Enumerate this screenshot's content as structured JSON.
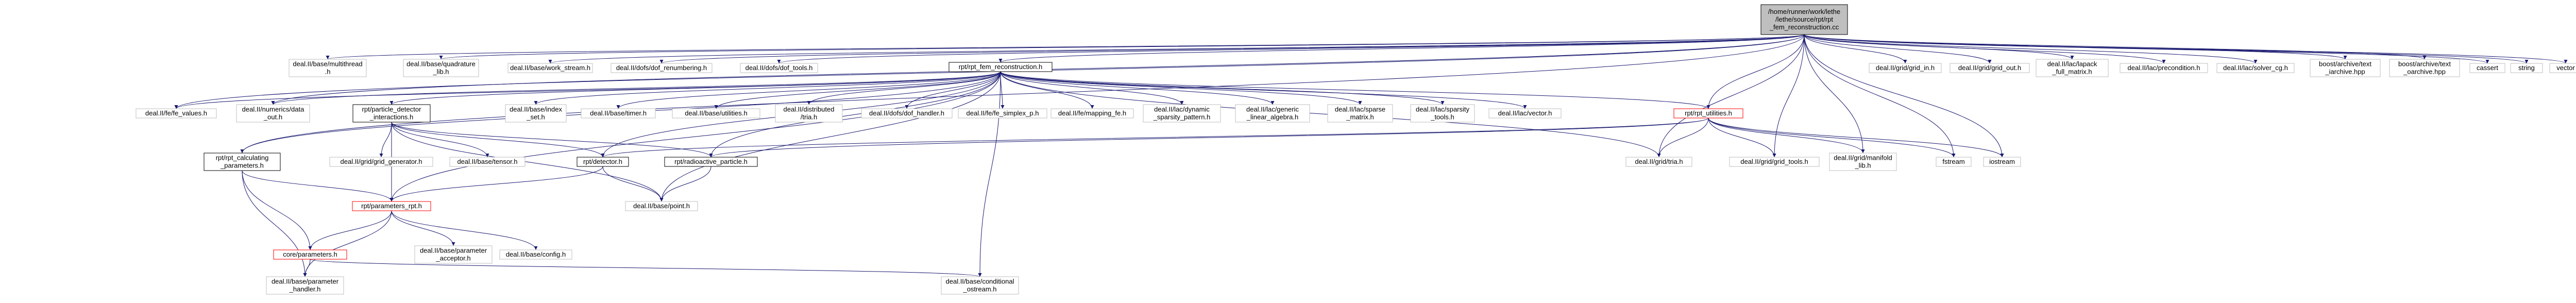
{
  "graph": {
    "root": "/home/runner/work/lethe/lethe/source/rpt/rpt_fem_reconstruction.cc",
    "nodes": [
      {
        "id": "root",
        "lines": [
          "/home/runner/work/lethe",
          "/lethe/source/rpt/rpt",
          "_fem_reconstruction.cc"
        ],
        "style": "main"
      },
      {
        "id": "recon_h",
        "lines": [
          "rpt/rpt_fem_reconstruction.h"
        ],
        "style": "doc"
      },
      {
        "id": "multithread",
        "lines": [
          "deal.II/base/multithread",
          ".h"
        ],
        "style": "sys"
      },
      {
        "id": "quadrature_lib",
        "lines": [
          "deal.II/base/quadrature",
          "_lib.h"
        ],
        "style": "sys"
      },
      {
        "id": "work_stream",
        "lines": [
          "deal.II/base/work_stream.h"
        ],
        "style": "sys"
      },
      {
        "id": "dof_renumbering",
        "lines": [
          "deal.II/dofs/dof_renumbering.h"
        ],
        "style": "sys"
      },
      {
        "id": "dof_tools",
        "lines": [
          "deal.II/dofs/dof_tools.h"
        ],
        "style": "sys"
      },
      {
        "id": "grid_in",
        "lines": [
          "deal.II/grid/grid_in.h"
        ],
        "style": "sys"
      },
      {
        "id": "grid_out",
        "lines": [
          "deal.II/grid/grid_out.h"
        ],
        "style": "sys"
      },
      {
        "id": "lapack",
        "lines": [
          "deal.II/lac/lapack",
          "_full_matrix.h"
        ],
        "style": "sys"
      },
      {
        "id": "precondition",
        "lines": [
          "deal.II/lac/precondition.h"
        ],
        "style": "sys"
      },
      {
        "id": "solver_cg",
        "lines": [
          "deal.II/lac/solver_cg.h"
        ],
        "style": "sys"
      },
      {
        "id": "text_iarchive",
        "lines": [
          "boost/archive/text",
          "_iarchive.hpp"
        ],
        "style": "sys"
      },
      {
        "id": "text_oarchive",
        "lines": [
          "boost/archive/text",
          "_oarchive.hpp"
        ],
        "style": "sys"
      },
      {
        "id": "cassert",
        "lines": [
          "cassert"
        ],
        "style": "sys"
      },
      {
        "id": "string",
        "lines": [
          "string"
        ],
        "style": "sys"
      },
      {
        "id": "vector",
        "lines": [
          "vector"
        ],
        "style": "sys"
      },
      {
        "id": "fe_values",
        "lines": [
          "deal.II/fe/fe_values.h"
        ],
        "style": "sys"
      },
      {
        "id": "numerics_data_out",
        "lines": [
          "deal.II/numerics/data",
          "_out.h"
        ],
        "style": "sys"
      },
      {
        "id": "pdi",
        "lines": [
          "rpt/particle_detector",
          "_interactions.h"
        ],
        "style": "doc"
      },
      {
        "id": "index_set",
        "lines": [
          "deal.II/base/index",
          "_set.h"
        ],
        "style": "sys"
      },
      {
        "id": "timer",
        "lines": [
          "deal.II/base/timer.h"
        ],
        "style": "sys"
      },
      {
        "id": "utilities",
        "lines": [
          "deal.II/base/utilities.h"
        ],
        "style": "sys"
      },
      {
        "id": "tria_dist",
        "lines": [
          "deal.II/distributed",
          "/tria.h"
        ],
        "style": "sys"
      },
      {
        "id": "dof_handler",
        "lines": [
          "deal.II/dofs/dof_handler.h"
        ],
        "style": "sys"
      },
      {
        "id": "fe_simplex_p",
        "lines": [
          "deal.II/fe/fe_simplex_p.h"
        ],
        "style": "sys"
      },
      {
        "id": "fe_mapping",
        "lines": [
          "deal.II/fe/mapping_fe.h"
        ],
        "style": "sys"
      },
      {
        "id": "dyn_sparsity",
        "lines": [
          "deal.II/lac/dynamic",
          "_sparsity_pattern.h"
        ],
        "style": "sys"
      },
      {
        "id": "generic_la",
        "lines": [
          "deal.II/lac/generic",
          "_linear_algebra.h"
        ],
        "style": "sys"
      },
      {
        "id": "sparse_matrix",
        "lines": [
          "deal.II/lac/sparse",
          "_matrix.h"
        ],
        "style": "sys"
      },
      {
        "id": "sparsity_tools",
        "lines": [
          "deal.II/lac/sparsity",
          "_tools.h"
        ],
        "style": "sys"
      },
      {
        "id": "lac_vector",
        "lines": [
          "deal.II/lac/vector.h"
        ],
        "style": "sys"
      },
      {
        "id": "rpt_utilities",
        "lines": [
          "rpt/rpt_utilities.h"
        ],
        "style": "red"
      },
      {
        "id": "rpt_calc_params",
        "lines": [
          "rpt/rpt_calculating",
          "_parameters.h"
        ],
        "style": "doc"
      },
      {
        "id": "grid_generator",
        "lines": [
          "deal.II/grid/grid_generator.h"
        ],
        "style": "sys"
      },
      {
        "id": "tensor",
        "lines": [
          "deal.II/base/tensor.h"
        ],
        "style": "sys"
      },
      {
        "id": "detector",
        "lines": [
          "rpt/detector.h"
        ],
        "style": "doc"
      },
      {
        "id": "radioactive",
        "lines": [
          "rpt/radioactive_particle.h"
        ],
        "style": "doc"
      },
      {
        "id": "grid_tria",
        "lines": [
          "deal.II/grid/tria.h"
        ],
        "style": "sys"
      },
      {
        "id": "grid_tools",
        "lines": [
          "deal.II/grid/grid_tools.h"
        ],
        "style": "sys"
      },
      {
        "id": "manifold_lib",
        "lines": [
          "deal.II/grid/manifold",
          "_lib.h"
        ],
        "style": "sys"
      },
      {
        "id": "fstream",
        "lines": [
          "fstream"
        ],
        "style": "sys"
      },
      {
        "id": "iostream",
        "lines": [
          "iostream"
        ],
        "style": "sys"
      },
      {
        "id": "point",
        "lines": [
          "deal.II/base/point.h"
        ],
        "style": "sys"
      },
      {
        "id": "param_rpt",
        "lines": [
          "rpt/parameters_rpt.h"
        ],
        "style": "red"
      },
      {
        "id": "core_params",
        "lines": [
          "core/parameters.h"
        ],
        "style": "red"
      },
      {
        "id": "param_acceptor",
        "lines": [
          "deal.II/base/parameter",
          "_acceptor.h"
        ],
        "style": "sys"
      },
      {
        "id": "base_config",
        "lines": [
          "deal.II/base/config.h"
        ],
        "style": "sys"
      },
      {
        "id": "param_handler",
        "lines": [
          "deal.II/base/parameter",
          "_handler.h"
        ],
        "style": "sys"
      },
      {
        "id": "cond_ostream",
        "lines": [
          "deal.II/base/conditional",
          "_ostream.h"
        ],
        "style": "sys"
      }
    ],
    "edges": [
      [
        "root",
        "recon_h"
      ],
      [
        "root",
        "multithread"
      ],
      [
        "root",
        "quadrature_lib"
      ],
      [
        "root",
        "work_stream"
      ],
      [
        "root",
        "dof_renumbering"
      ],
      [
        "root",
        "dof_tools"
      ],
      [
        "root",
        "grid_in"
      ],
      [
        "root",
        "grid_out"
      ],
      [
        "root",
        "lapack"
      ],
      [
        "root",
        "precondition"
      ],
      [
        "root",
        "solver_cg"
      ],
      [
        "root",
        "text_iarchive"
      ],
      [
        "root",
        "text_oarchive"
      ],
      [
        "root",
        "cassert"
      ],
      [
        "root",
        "string"
      ],
      [
        "root",
        "vector"
      ],
      [
        "root",
        "rpt_utilities"
      ],
      [
        "root",
        "grid_tria"
      ],
      [
        "root",
        "grid_tools"
      ],
      [
        "root",
        "manifold_lib"
      ],
      [
        "root",
        "fstream"
      ],
      [
        "root",
        "iostream"
      ],
      [
        "root",
        "fe_values"
      ],
      [
        "root",
        "numerics_data_out"
      ],
      [
        "root",
        "rpt_calc_params"
      ],
      [
        "recon_h",
        "fe_values"
      ],
      [
        "recon_h",
        "numerics_data_out"
      ],
      [
        "recon_h",
        "pdi"
      ],
      [
        "recon_h",
        "index_set"
      ],
      [
        "recon_h",
        "timer"
      ],
      [
        "recon_h",
        "utilities"
      ],
      [
        "recon_h",
        "tria_dist"
      ],
      [
        "recon_h",
        "dof_handler"
      ],
      [
        "recon_h",
        "fe_simplex_p"
      ],
      [
        "recon_h",
        "fe_mapping"
      ],
      [
        "recon_h",
        "dyn_sparsity"
      ],
      [
        "recon_h",
        "generic_la"
      ],
      [
        "recon_h",
        "sparse_matrix"
      ],
      [
        "recon_h",
        "sparsity_tools"
      ],
      [
        "recon_h",
        "lac_vector"
      ],
      [
        "recon_h",
        "rpt_utilities"
      ],
      [
        "recon_h",
        "rpt_calc_params"
      ],
      [
        "recon_h",
        "grid_tria"
      ],
      [
        "recon_h",
        "point"
      ],
      [
        "recon_h",
        "param_rpt"
      ],
      [
        "recon_h",
        "detector"
      ],
      [
        "recon_h",
        "radioactive"
      ],
      [
        "recon_h",
        "cond_ostream"
      ],
      [
        "pdi",
        "grid_generator"
      ],
      [
        "pdi",
        "tensor"
      ],
      [
        "pdi",
        "detector"
      ],
      [
        "pdi",
        "radioactive"
      ],
      [
        "pdi",
        "point"
      ],
      [
        "pdi",
        "param_rpt"
      ],
      [
        "rpt_utilities",
        "grid_tria"
      ],
      [
        "rpt_utilities",
        "grid_tools"
      ],
      [
        "rpt_utilities",
        "manifold_lib"
      ],
      [
        "rpt_utilities",
        "fstream"
      ],
      [
        "rpt_utilities",
        "iostream"
      ],
      [
        "rpt_utilities",
        "radioactive"
      ],
      [
        "rpt_utilities",
        "detector"
      ],
      [
        "rpt_calc_params",
        "param_rpt"
      ],
      [
        "rpt_calc_params",
        "core_params"
      ],
      [
        "rpt_calc_params",
        "param_handler"
      ],
      [
        "detector",
        "point"
      ],
      [
        "detector",
        "param_rpt"
      ],
      [
        "radioactive",
        "point"
      ],
      [
        "param_rpt",
        "param_acceptor"
      ],
      [
        "param_rpt",
        "base_config"
      ],
      [
        "param_rpt",
        "core_params"
      ],
      [
        "param_rpt",
        "param_handler"
      ],
      [
        "core_params",
        "param_handler"
      ],
      [
        "core_params",
        "cond_ostream"
      ]
    ]
  }
}
